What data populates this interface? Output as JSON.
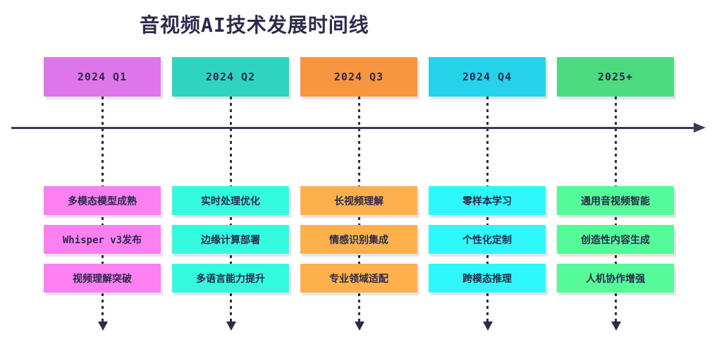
{
  "title": "音视频AI技术发展时间线",
  "colors": {
    "text": "#2b2b4b",
    "line": "#3a3a55",
    "background": "#ffffff"
  },
  "columns": [
    {
      "id": "2024-q1",
      "label": "2024 Q1",
      "header_color": "#de76ea",
      "item_color": "#fc80f2",
      "items": [
        "多模态模型成熟",
        "Whisper v3发布",
        "视频理解突破"
      ]
    },
    {
      "id": "2024-q2",
      "label": "2024 Q2",
      "header_color": "#2fd4c0",
      "item_color": "#34fbe0",
      "items": [
        "实时处理优化",
        "边缘计算部署",
        "多语言能力提升"
      ]
    },
    {
      "id": "2024-q3",
      "label": "2024 Q3",
      "header_color": "#f8953f",
      "item_color": "#fdb04c",
      "items": [
        "长视频理解",
        "情感识别集成",
        "专业领域适配"
      ]
    },
    {
      "id": "2024-q4",
      "label": "2024 Q4",
      "header_color": "#26d2ea",
      "item_color": "#2ef8fc",
      "items": [
        "零样本学习",
        "个性化定制",
        "跨模态推理"
      ]
    },
    {
      "id": "2025-plus",
      "label": "2025+",
      "header_color": "#4cdc7f",
      "item_color": "#55fb98",
      "items": [
        "通用音视频智能",
        "创造性内容生成",
        "人机协作增强"
      ]
    }
  ]
}
